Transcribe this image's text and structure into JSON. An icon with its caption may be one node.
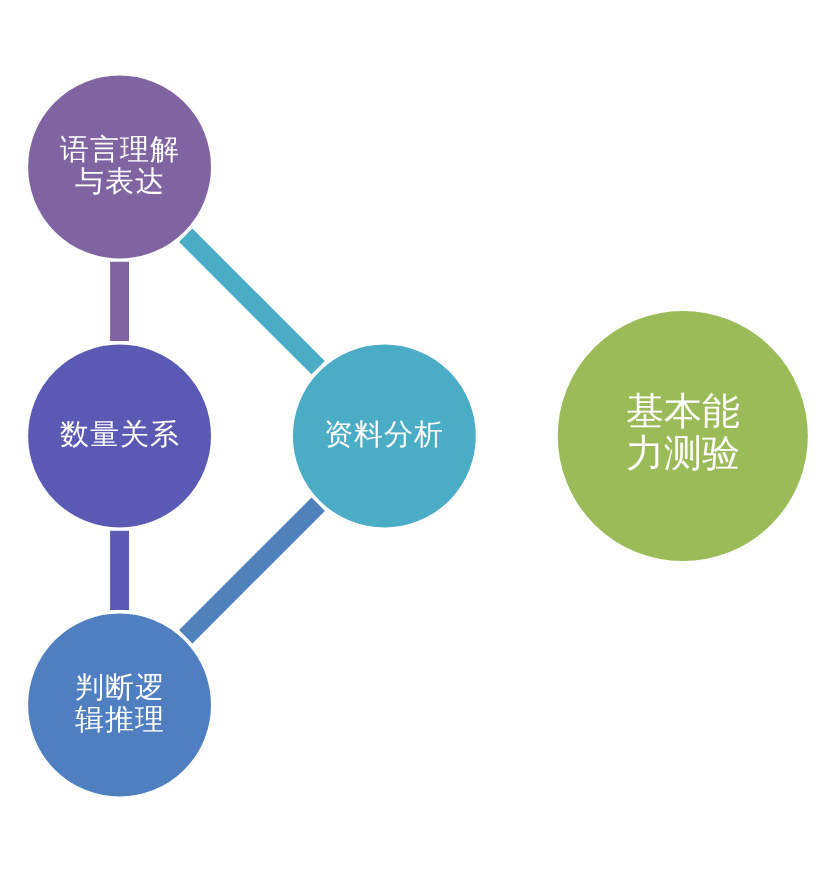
{
  "diagram": {
    "nodes": [
      {
        "text": [
          "语言理解与表达"
        ]
      },
      {
        "text": [
          "资料分析"
        ]
      },
      {
        "text": [
          "基本能力测验"
        ]
      },
      {
        "text": [
          "数量关系"
        ]
      },
      {
        "text": [
          "判断逻辑推理"
        ]
      }
    ],
    "edges": [
      {
        "from": 0,
        "to": 3,
        "arrow": "none",
        "color": "#8064a2"
      },
      {
        "from": 3,
        "to": 4,
        "arrow": "none",
        "color": "#5a5ab4"
      },
      {
        "from": 4,
        "to": 1,
        "arrow": "none",
        "color": "#4f81bd"
      },
      {
        "from": 1,
        "to": 0,
        "arrow": "none",
        "color": "#4bacc6"
      }
    ]
  }
}
